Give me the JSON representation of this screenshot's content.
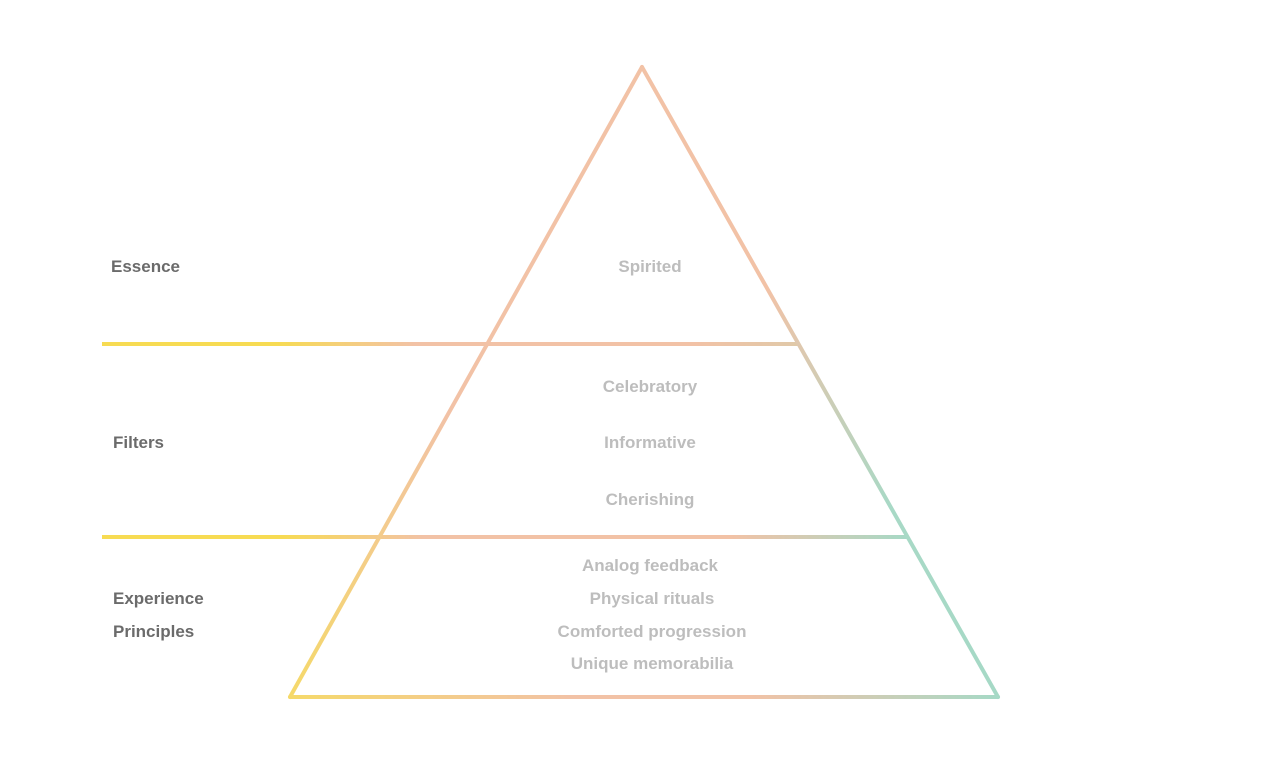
{
  "colors": {
    "yellow": "#f7db52",
    "peach": "#f2c2a6",
    "teal": "#a6d9c6",
    "label_text": "#6b6b6b",
    "item_text": "#bdbdbd"
  },
  "levels": {
    "essence": {
      "label": "Essence",
      "items": [
        "Spirited"
      ]
    },
    "filters": {
      "label": "Filters",
      "items": [
        "Celebratory",
        "Informative",
        "Cherishing"
      ]
    },
    "experience": {
      "label_line1": "Experience",
      "label_line2": "Principles",
      "items": [
        "Analog feedback",
        "Physical rituals",
        "Comforted progression",
        "Unique memorabilia"
      ]
    }
  }
}
